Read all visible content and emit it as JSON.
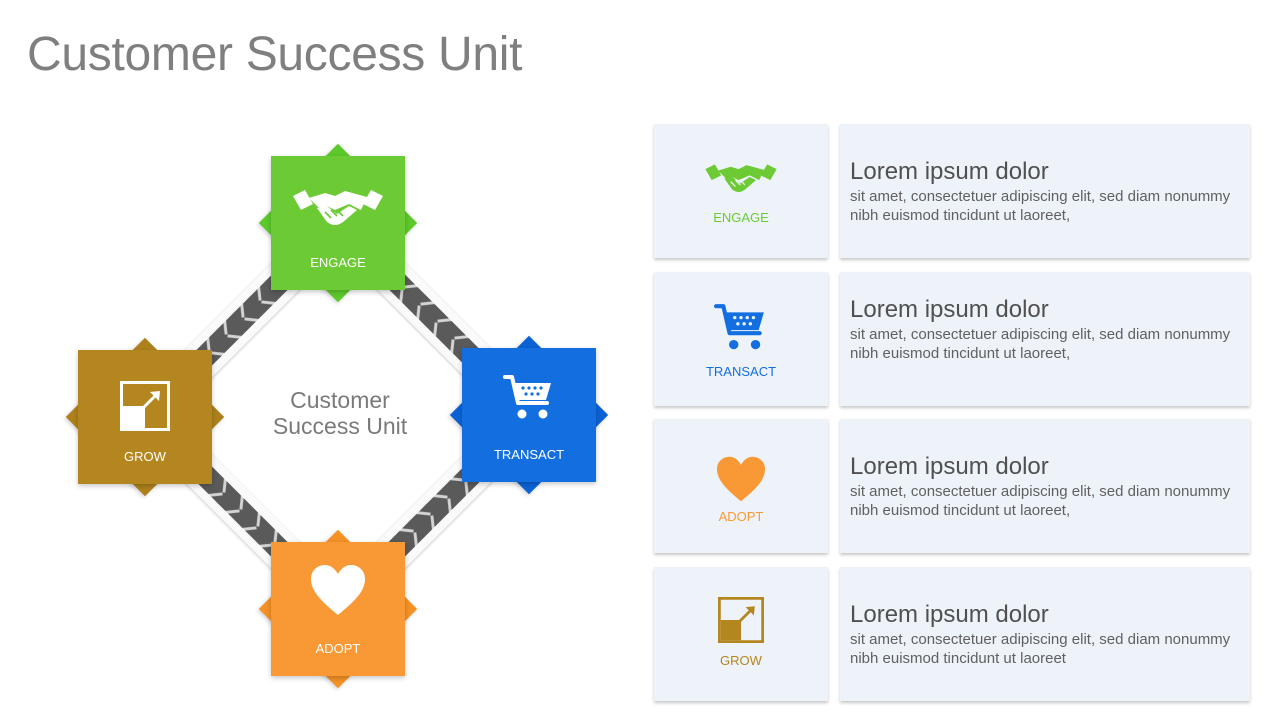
{
  "title": "Customer Success Unit",
  "diagram": {
    "center_label": "Customer\nSuccess Unit",
    "nodes": [
      {
        "id": "engage",
        "label": "ENGAGE",
        "icon": "handshake-icon",
        "color": "#6ccb34"
      },
      {
        "id": "transact",
        "label": "TRANSACT",
        "icon": "shopping-cart-icon",
        "color": "#136fe0"
      },
      {
        "id": "adopt",
        "label": "ADOPT",
        "icon": "heart-icon",
        "color": "#f99935"
      },
      {
        "id": "grow",
        "label": "GROW",
        "icon": "growth-arrow-icon",
        "color": "#b4861f"
      }
    ]
  },
  "cards": [
    {
      "label": "ENGAGE",
      "icon": "handshake-icon",
      "color": "#6ccb34",
      "heading": "Lorem ipsum dolor",
      "body": "sit amet, consectetuer adipiscing elit, sed diam nonummy nibh euismod tincidunt ut laoreet,"
    },
    {
      "label": "TRANSACT",
      "icon": "shopping-cart-icon",
      "color": "#136fe0",
      "heading": "Lorem ipsum dolor",
      "body": "sit amet, consectetuer adipiscing elit, sed diam nonummy nibh euismod tincidunt ut laoreet,"
    },
    {
      "label": "ADOPT",
      "icon": "heart-icon",
      "color": "#f99935",
      "heading": "Lorem ipsum dolor",
      "body": "sit amet, consectetuer adipiscing elit, sed diam nonummy nibh euismod tincidunt ut laoreet,"
    },
    {
      "label": "GROW",
      "icon": "growth-arrow-icon",
      "color": "#b4861f",
      "heading": "Lorem ipsum dolor",
      "body": "sit amet, consectetuer adipiscing elit, sed diam nonummy nibh euismod tincidunt ut laoreet"
    }
  ],
  "colors": {
    "card_background": "#eef3fa",
    "title_text": "#7f7f7f",
    "connector_dark": "#595959"
  }
}
